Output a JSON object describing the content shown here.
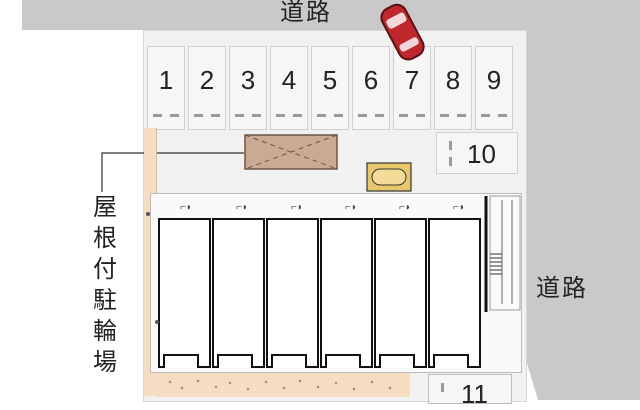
{
  "roads": {
    "top_label": "道路",
    "right_label": "道路"
  },
  "parking": {
    "spaces_top": [
      "1",
      "2",
      "3",
      "4",
      "5",
      "6",
      "7",
      "8",
      "9"
    ],
    "space_side_upper": "10",
    "space_side_lower": "11"
  },
  "bike_parking_label": "屋根付駐輪場",
  "colors": {
    "road": "#c9c9c9",
    "lot": "#f1f1f1",
    "bike_area": "#f6dcc0",
    "car": "#c0272d",
    "mailbox": "#e8c86a"
  },
  "icons": {
    "car": "car-icon",
    "trash": "trash-collection-area",
    "mailbox": "mailbox-icon",
    "stairs": "stairs-icon"
  }
}
